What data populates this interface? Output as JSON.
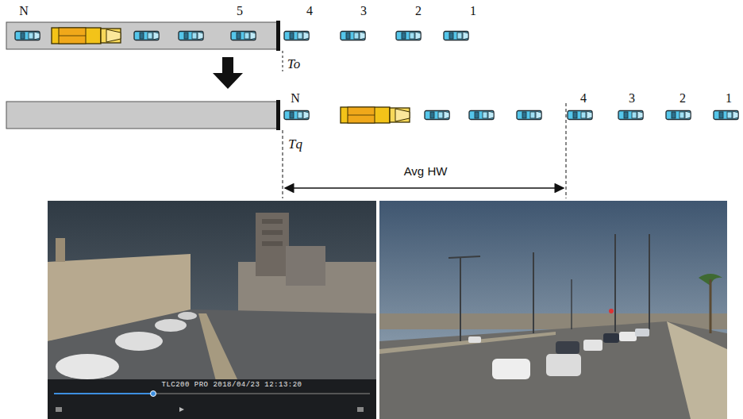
{
  "diagram": {
    "labels": [
      "N",
      "5",
      "4",
      "3",
      "2",
      "1",
      "To",
      "N",
      "4",
      "3",
      "2",
      "1",
      "Tq",
      "Avg HW",
      "TLC200 PRO 2018/04/23 12:13:20"
    ]
  }
}
